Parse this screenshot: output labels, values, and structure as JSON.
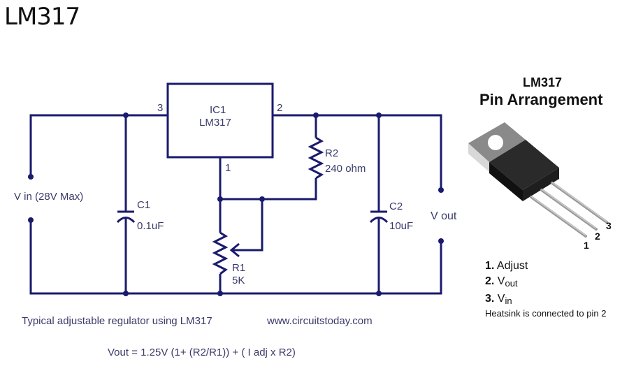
{
  "page_title": "LM317",
  "schematic": {
    "ic": {
      "ref": "IC1",
      "part": "LM317",
      "pin_in": "3",
      "pin_out": "2",
      "pin_adj": "1"
    },
    "vin_label": "V in (28V Max)",
    "vout_label": "V out",
    "c1": {
      "ref": "C1",
      "value": "0.1uF"
    },
    "c2": {
      "ref": "C2",
      "value": "10uF"
    },
    "r1": {
      "ref": "R1",
      "value": "5K"
    },
    "r2": {
      "ref": "R2",
      "value": "240 ohm"
    },
    "caption": "Typical adjustable regulator using LM317",
    "website": "www.circuitstoday.com",
    "formula": "Vout = 1.25V (1+ (R2/R1))  + ( I adj x R2)",
    "colors": {
      "wire": "#1a1a6e",
      "label": "#3a3a6a"
    }
  },
  "pinout": {
    "title_line1": "LM317",
    "title_line2": "Pin Arrangement",
    "pin_numbers": [
      "1",
      "2",
      "3"
    ],
    "pins": [
      {
        "num": "1.",
        "name": "Adjust",
        "sub": ""
      },
      {
        "num": "2.",
        "name": "V",
        "sub": "out"
      },
      {
        "num": "3.",
        "name": "V",
        "sub": "in"
      }
    ],
    "note": "Heatsink is connected to pin 2"
  }
}
